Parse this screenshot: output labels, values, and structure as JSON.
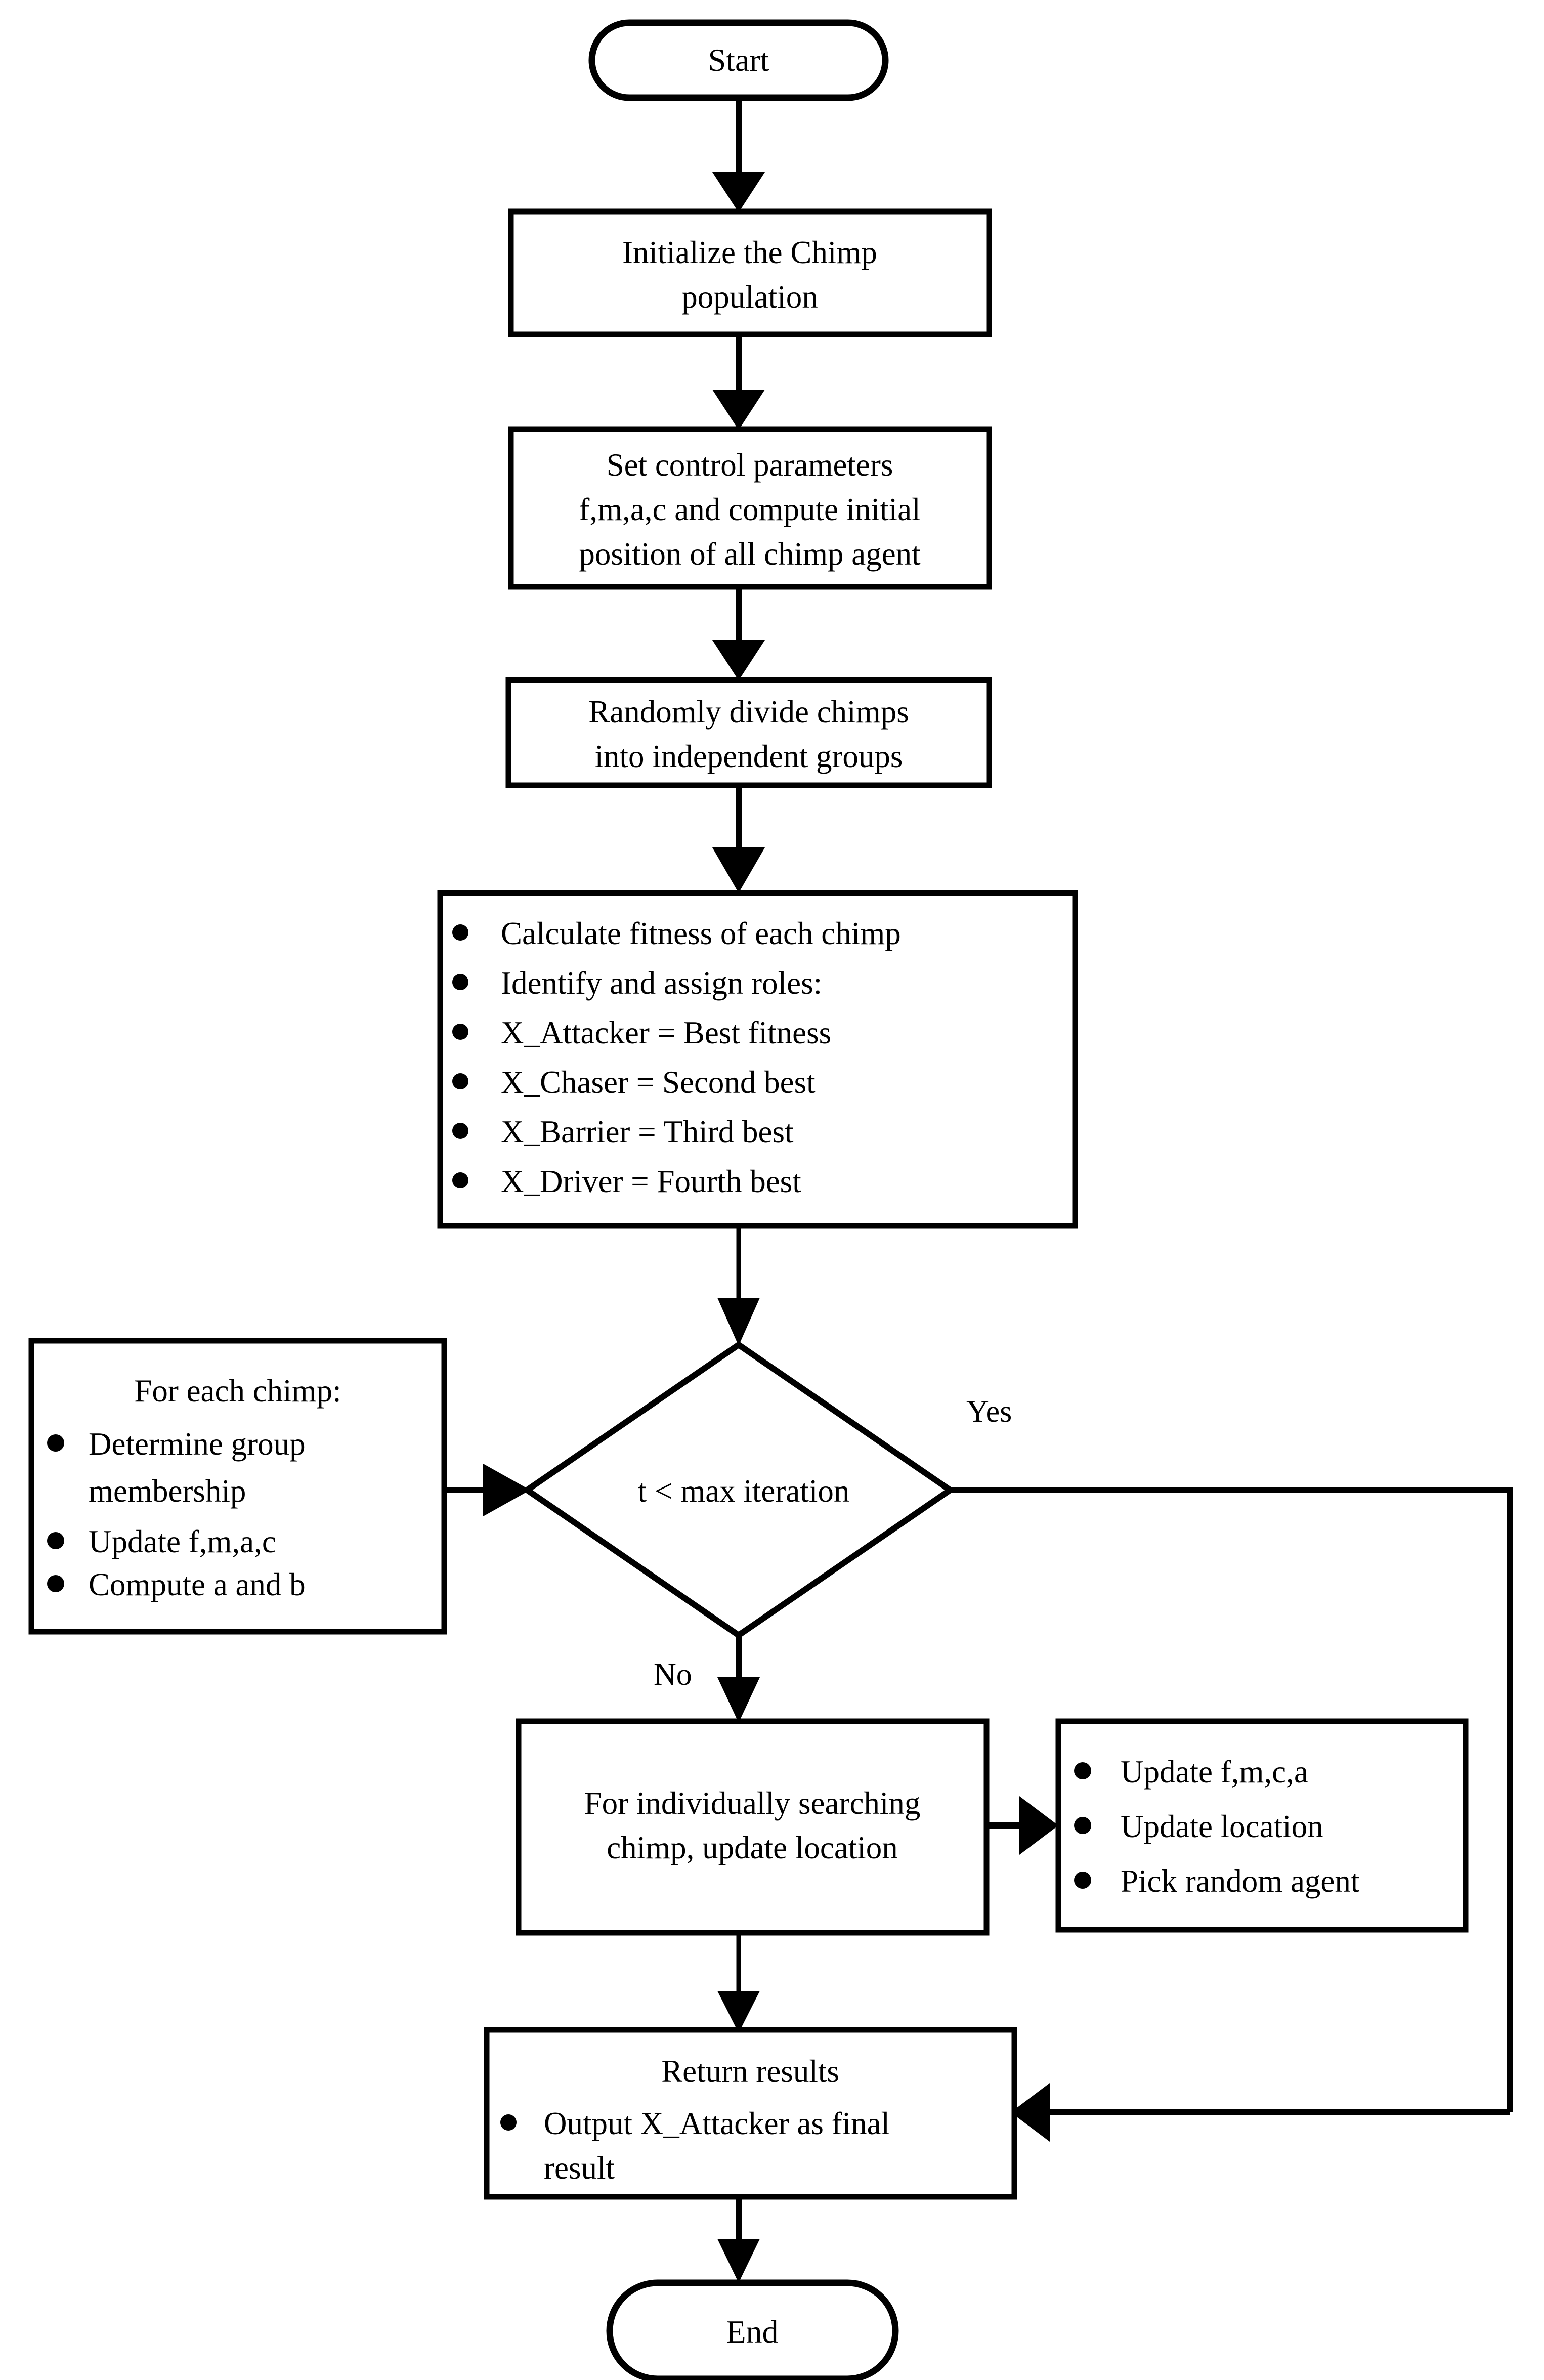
{
  "diagram": {
    "type": "flowchart",
    "title": "Chimp Optimization Algorithm flowchart",
    "nodes": {
      "start": {
        "label": "Start",
        "shape": "terminator"
      },
      "initialize": {
        "line1": "Initialize the Chimp",
        "line2": "population",
        "shape": "process"
      },
      "set_params": {
        "line1": "Set control parameters",
        "line2": "f,m,a,c and compute initial",
        "line3": "position of all chimp agent",
        "shape": "process"
      },
      "divide": {
        "line1": "Randomly divide chimps",
        "line2": "into independent groups",
        "shape": "process"
      },
      "roles": {
        "shape": "process",
        "bullets": [
          "Calculate fitness of each chimp",
          "Identify and assign roles:",
          "X_Attacker = Best fitness",
          "X_Chaser = Second best",
          "X_Barrier = Third best",
          "X_Driver = Fourth best"
        ]
      },
      "decision": {
        "label": "t < max iteration",
        "shape": "decision"
      },
      "for_each_chimp": {
        "shape": "process",
        "heading": "For each chimp:",
        "bullets": [
          "Determine group",
          "membership",
          "Update f,m,a,c",
          "Compute a and b"
        ]
      },
      "individual_search": {
        "shape": "process",
        "line1": "For individually searching",
        "line2": "chimp, update location"
      },
      "update_agent": {
        "shape": "process",
        "bullets": [
          "Update f,m,c,a",
          "Update location",
          "Pick random agent"
        ]
      },
      "return_results": {
        "shape": "process",
        "heading": "Return results",
        "bullets": [
          "Output X_Attacker as final",
          "result"
        ]
      },
      "end": {
        "label": "End",
        "shape": "terminator"
      }
    },
    "edge_labels": {
      "yes": "Yes",
      "no": "No"
    },
    "colors": {
      "stroke": "#000000",
      "fill": "#ffffff",
      "text": "#000000"
    }
  }
}
